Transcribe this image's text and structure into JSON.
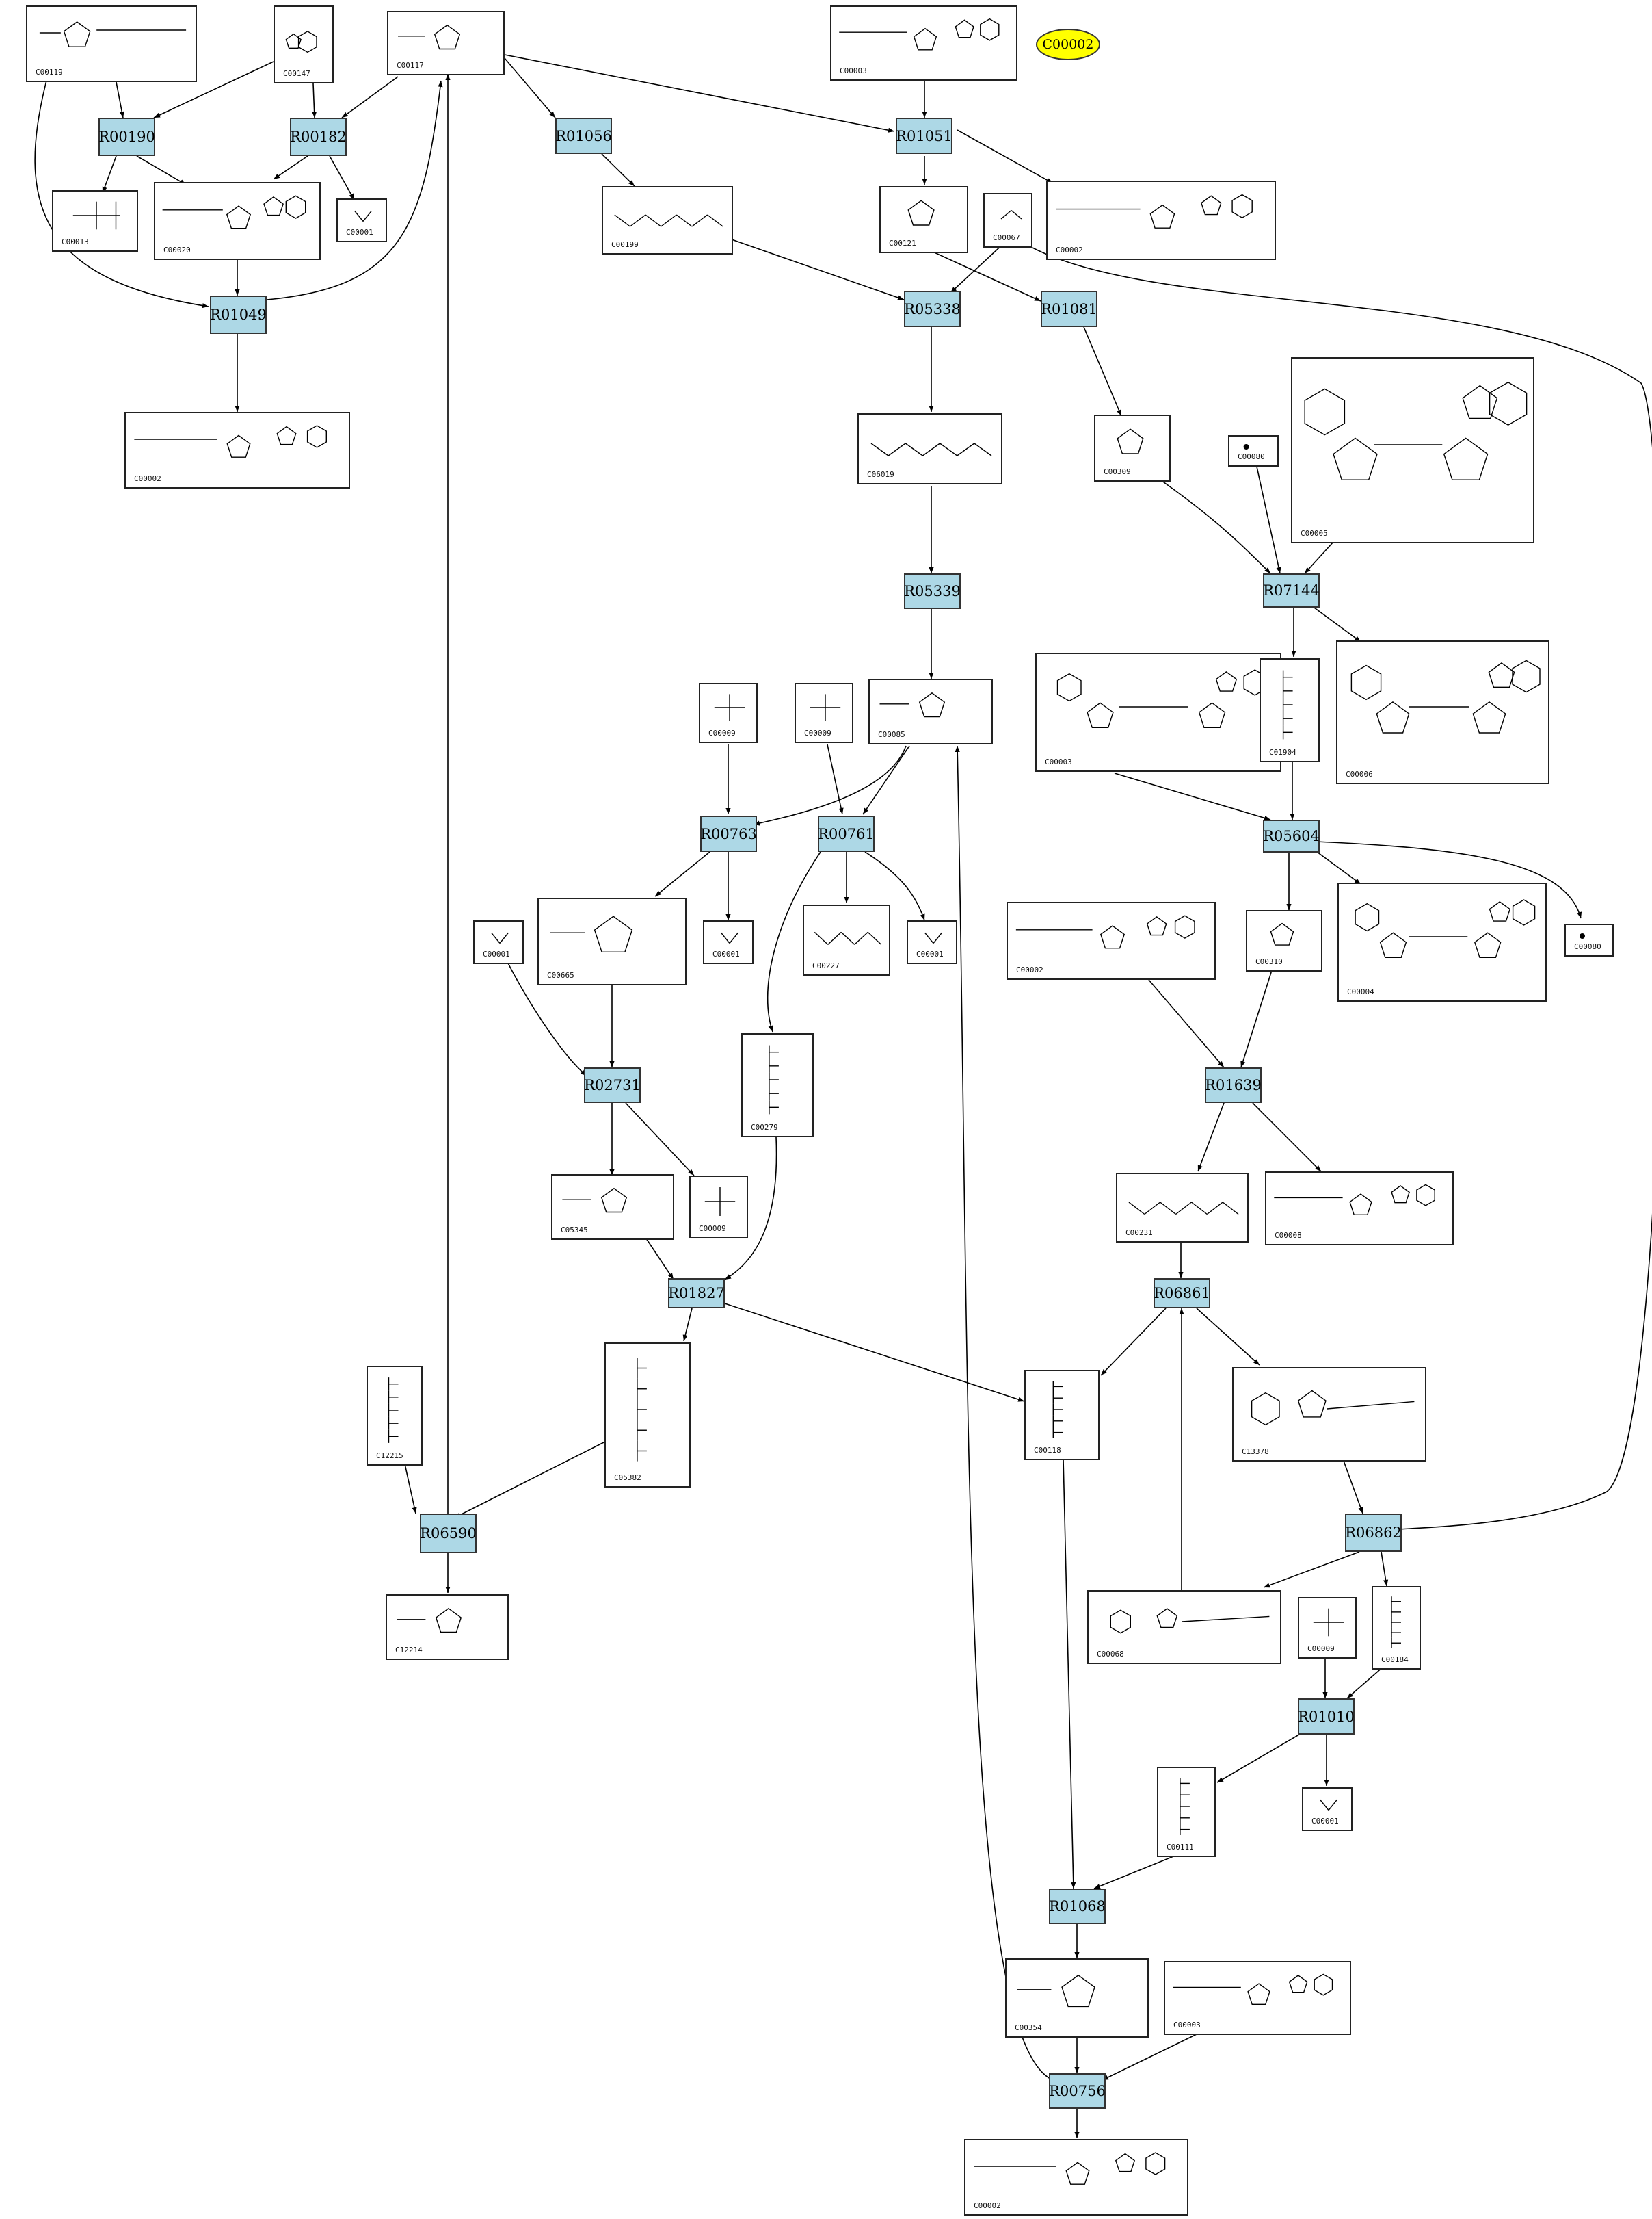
{
  "highlight": {
    "id": "hl",
    "label": "C00002"
  },
  "reactions": [
    {
      "id": "R00190",
      "label": "R00190"
    },
    {
      "id": "R00182",
      "label": "R00182"
    },
    {
      "id": "R01049",
      "label": "R01049"
    },
    {
      "id": "R01056",
      "label": "R01056"
    },
    {
      "id": "R01051",
      "label": "R01051"
    },
    {
      "id": "R05338",
      "label": "R05338"
    },
    {
      "id": "R01081",
      "label": "R01081"
    },
    {
      "id": "R05339",
      "label": "R05339"
    },
    {
      "id": "R07144",
      "label": "R07144"
    },
    {
      "id": "R00763",
      "label": "R00763"
    },
    {
      "id": "R00761",
      "label": "R00761"
    },
    {
      "id": "R05604",
      "label": "R05604"
    },
    {
      "id": "R02731",
      "label": "R02731"
    },
    {
      "id": "R01639",
      "label": "R01639"
    },
    {
      "id": "R01827",
      "label": "R01827"
    },
    {
      "id": "R06861",
      "label": "R06861"
    },
    {
      "id": "R06590",
      "label": "R06590"
    },
    {
      "id": "R06862",
      "label": "R06862"
    },
    {
      "id": "R01010",
      "label": "R01010"
    },
    {
      "id": "R01068",
      "label": "R01068"
    },
    {
      "id": "R00756",
      "label": "R00756"
    }
  ],
  "compounds": [
    {
      "id": "c00119",
      "label": "C00119",
      "kind": "prpp"
    },
    {
      "id": "c00147",
      "label": "C00147",
      "kind": "adenine"
    },
    {
      "id": "c00117",
      "label": "C00117",
      "kind": "sugarp"
    },
    {
      "id": "c00003top",
      "label": "C00003",
      "kind": "nuc"
    },
    {
      "id": "c00013",
      "label": "C00013",
      "kind": "pp"
    },
    {
      "id": "c00020",
      "label": "C00020",
      "kind": "nuc"
    },
    {
      "id": "c00001a",
      "label": "C00001",
      "kind": "water"
    },
    {
      "id": "c00002a",
      "label": "C00002",
      "kind": "nuc"
    },
    {
      "id": "c00199",
      "label": "C00199",
      "kind": "chain"
    },
    {
      "id": "c00121",
      "label": "C00121",
      "kind": "sugar"
    },
    {
      "id": "c00067",
      "label": "C00067",
      "kind": "ald"
    },
    {
      "id": "c00002b",
      "label": "C00002",
      "kind": "nuc"
    },
    {
      "id": "c06019",
      "label": "C06019",
      "kind": "chain"
    },
    {
      "id": "c00309",
      "label": "C00309",
      "kind": "sugar"
    },
    {
      "id": "c00080a",
      "label": "C00080",
      "kind": "proton"
    },
    {
      "id": "c00005",
      "label": "C00005",
      "kind": "dinuc"
    },
    {
      "id": "c00009a",
      "label": "C00009",
      "kind": "pi"
    },
    {
      "id": "c00009b",
      "label": "C00009",
      "kind": "pi"
    },
    {
      "id": "c00085",
      "label": "C00085",
      "kind": "sugarp"
    },
    {
      "id": "c00003b",
      "label": "C00003",
      "kind": "dinuc"
    },
    {
      "id": "c01904",
      "label": "C01904",
      "kind": "polyol"
    },
    {
      "id": "c00006",
      "label": "C00006",
      "kind": "dinuc"
    },
    {
      "id": "c00001b",
      "label": "C00001",
      "kind": "water"
    },
    {
      "id": "c00665",
      "label": "C00665",
      "kind": "sugarp"
    },
    {
      "id": "c00001c",
      "label": "C00001",
      "kind": "water"
    },
    {
      "id": "c00227",
      "label": "C00227",
      "kind": "acetylp"
    },
    {
      "id": "c00001d",
      "label": "C00001",
      "kind": "water"
    },
    {
      "id": "c00002c",
      "label": "C00002",
      "kind": "nuc"
    },
    {
      "id": "c00310",
      "label": "C00310",
      "kind": "sugar"
    },
    {
      "id": "c00004",
      "label": "C00004",
      "kind": "dinuc"
    },
    {
      "id": "c00080b",
      "label": "C00080",
      "kind": "proton"
    },
    {
      "id": "c00279",
      "label": "C00279",
      "kind": "polyol"
    },
    {
      "id": "c05345",
      "label": "C05345",
      "kind": "sugarp"
    },
    {
      "id": "c00009c",
      "label": "C00009",
      "kind": "pi"
    },
    {
      "id": "c00231",
      "label": "C00231",
      "kind": "chain"
    },
    {
      "id": "c00008",
      "label": "C00008",
      "kind": "nuc"
    },
    {
      "id": "c12215",
      "label": "C12215",
      "kind": "polyol"
    },
    {
      "id": "c05382",
      "label": "C05382",
      "kind": "polyol"
    },
    {
      "id": "c00118",
      "label": "C00118",
      "kind": "polyol"
    },
    {
      "id": "c13378",
      "label": "C13378",
      "kind": "thiazole"
    },
    {
      "id": "c12214",
      "label": "C12214",
      "kind": "sugarp"
    },
    {
      "id": "c00068",
      "label": "C00068",
      "kind": "thiazole"
    },
    {
      "id": "c00009d",
      "label": "C00009",
      "kind": "pi"
    },
    {
      "id": "c00184",
      "label": "C00184",
      "kind": "polyol"
    },
    {
      "id": "c00001e",
      "label": "C00001",
      "kind": "water"
    },
    {
      "id": "c00111",
      "label": "C00111",
      "kind": "polyol"
    },
    {
      "id": "c00354",
      "label": "C00354",
      "kind": "sugarp"
    },
    {
      "id": "c00003c",
      "label": "C00003",
      "kind": "nuc"
    },
    {
      "id": "c00002d",
      "label": "C00002",
      "kind": "nuc"
    }
  ]
}
